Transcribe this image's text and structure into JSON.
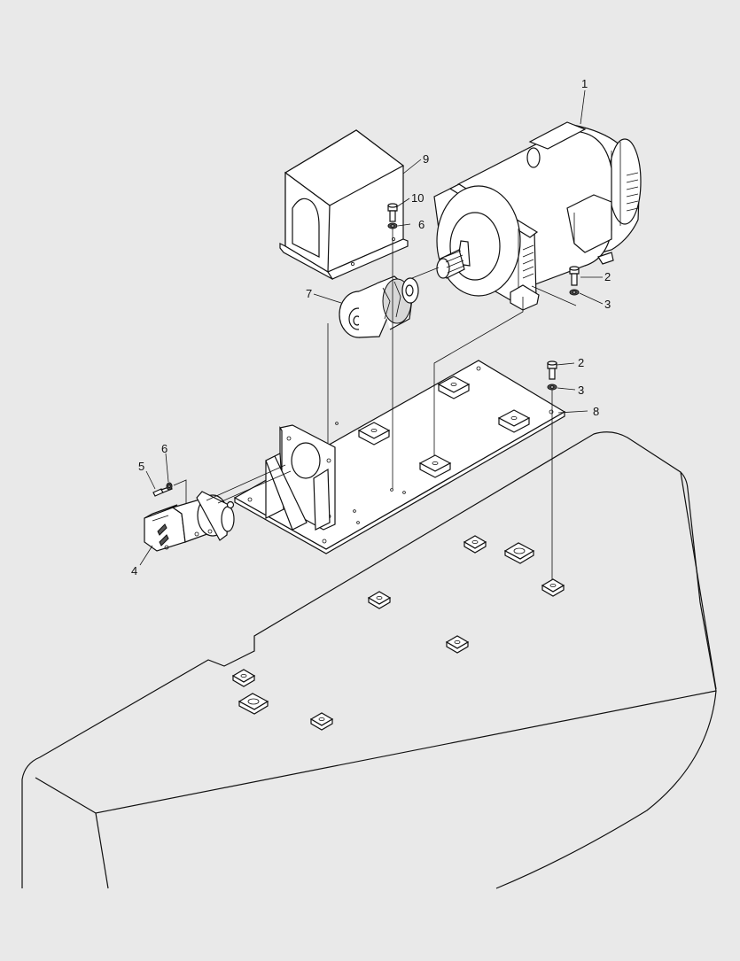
{
  "diagram": {
    "callouts": [
      {
        "id": "c1",
        "text": "1"
      },
      {
        "id": "c2a",
        "text": "2"
      },
      {
        "id": "c3a",
        "text": "3"
      },
      {
        "id": "c2b",
        "text": "2"
      },
      {
        "id": "c3b",
        "text": "3"
      },
      {
        "id": "c4",
        "text": "4"
      },
      {
        "id": "c5",
        "text": "5"
      },
      {
        "id": "c6a",
        "text": "6"
      },
      {
        "id": "c6b",
        "text": "6"
      },
      {
        "id": "c7",
        "text": "7"
      },
      {
        "id": "c8",
        "text": "8"
      },
      {
        "id": "c9",
        "text": "9"
      },
      {
        "id": "c10",
        "text": "10"
      }
    ],
    "colors": {
      "background": "#e9e9e9",
      "line": "#111111",
      "part_fill": "#ffffff",
      "shade": "#d8d8d8"
    }
  }
}
